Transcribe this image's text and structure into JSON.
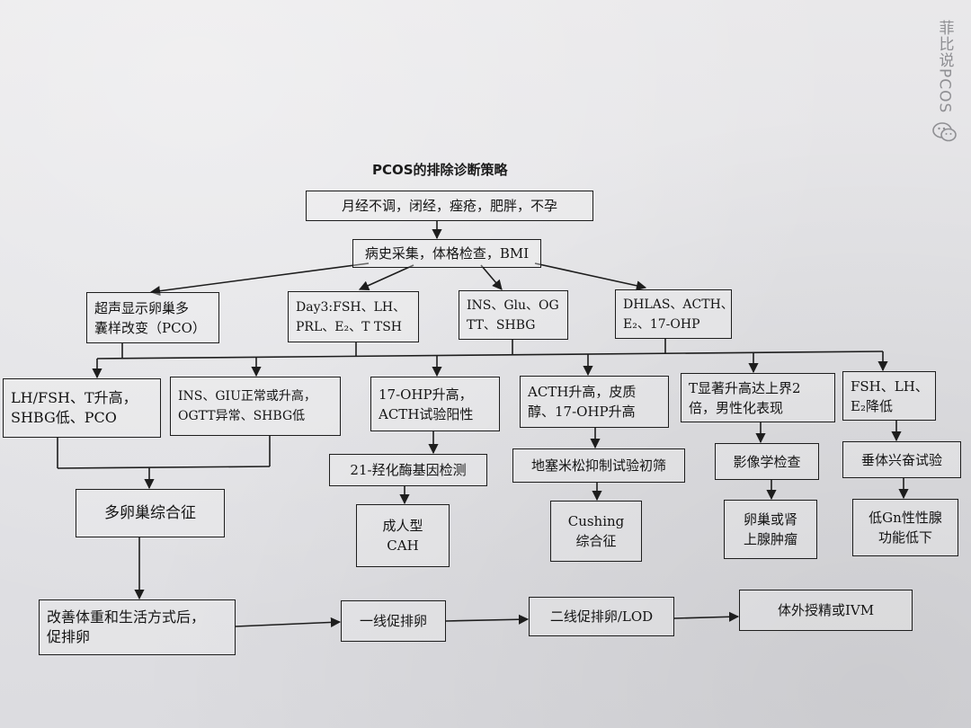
{
  "title": "PCOS的排除诊断策略",
  "watermark": {
    "text": "菲比说PCOS",
    "icon": "wechat-logo"
  },
  "nodes": {
    "symptoms": [
      "月经不调，闭经，痤疮，肥胖，不孕"
    ],
    "history": [
      "病史采集，体格检查，BMI"
    ],
    "ultrasound": [
      "超声显示卵巢多",
      "囊样改变（PCO）"
    ],
    "day3": [
      "Day3:FSH、LH、",
      "PRL、E₂、T TSH"
    ],
    "ins": [
      "INS、Glu、OG",
      "TT、SHBG"
    ],
    "dhlas": [
      "DHLAS、ACTH、",
      "E₂、17-OHP"
    ],
    "lhfsh": [
      "LH/FSH、T升高，",
      "SHBG低、PCO"
    ],
    "insglu": [
      "INS、GIU正常或升高，",
      "OGTT异常、SHBG低"
    ],
    "ohp": [
      "17-OHP升高，",
      "ACTH试验阳性"
    ],
    "acth": [
      "ACTH升高，皮质",
      "醇、17-OHP升高"
    ],
    "tsig": [
      "T显著升高达上界2",
      "倍，男性化表现"
    ],
    "fshlow": [
      "FSH、LH、",
      "E₂降低"
    ],
    "gene": [
      "21-羟化酶基因检测"
    ],
    "dex": [
      "地塞米松抑制试验初筛"
    ],
    "imaging": [
      "影像学检查"
    ],
    "pituitary": [
      "垂体兴奋试验"
    ],
    "pcos": [
      "多卵巢综合征"
    ],
    "cah": [
      "成人型",
      "CAH"
    ],
    "cushing": [
      "Cushing",
      "综合征"
    ],
    "tumor": [
      "卵巢或肾",
      "上腺肿瘤"
    ],
    "hypogonad": [
      "低Gn性性腺",
      "功能低下"
    ],
    "lifestyle": [
      "改善体重和生活方式后，",
      "促排卵"
    ],
    "firstline": [
      "一线促排卵"
    ],
    "secondline": [
      "二线促排卵/LOD"
    ],
    "ivf": [
      "体外授精或IVM"
    ]
  }
}
